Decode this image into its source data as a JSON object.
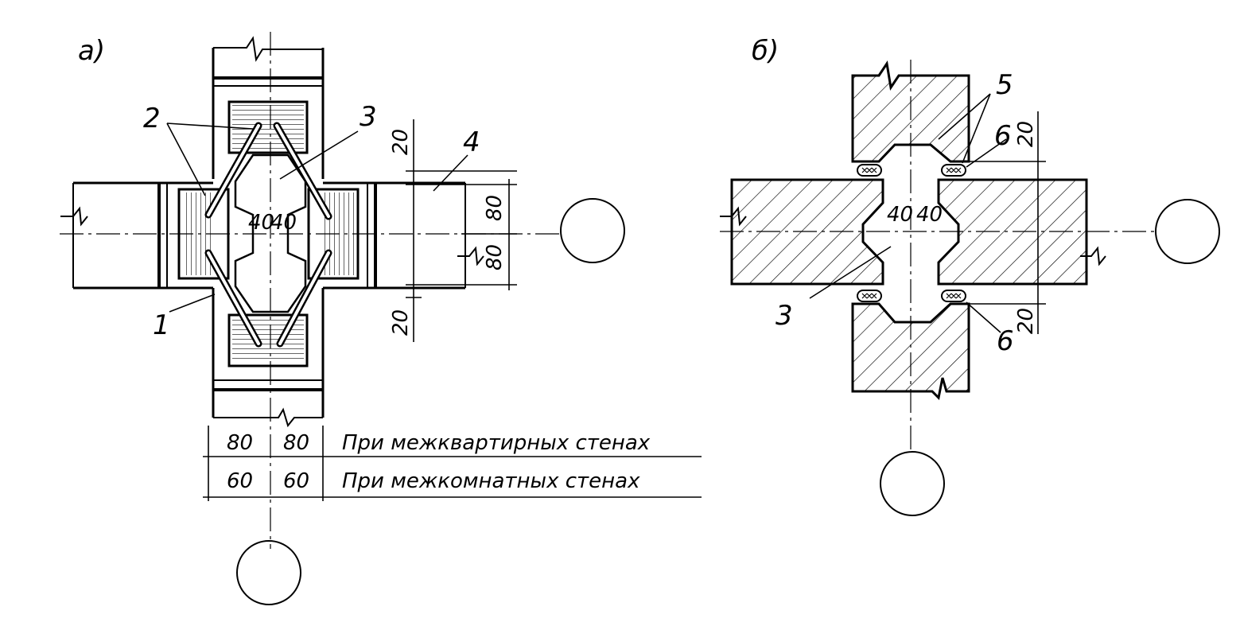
{
  "panels": {
    "a": {
      "label": "а)",
      "callouts": [
        "1",
        "2",
        "3",
        "4"
      ],
      "dims": {
        "h_left": "40",
        "h_right": "40",
        "v_top_gap": "20",
        "v_upper": "80",
        "v_lower": "80",
        "v_bottom_gap": "20",
        "row1_left": "80",
        "row1_right": "80",
        "row2_left": "60",
        "row2_right": "60"
      },
      "notes": {
        "row1": "При межквартирных стенах",
        "row2": "При межкомнатных стенах"
      }
    },
    "b": {
      "label": "б)",
      "callouts": [
        "3",
        "5",
        "6",
        "6"
      ],
      "dims": {
        "h_left": "40",
        "h_right": "40",
        "v_top": "20",
        "v_bottom": "20"
      }
    }
  },
  "colors": {
    "ink": "#000000",
    "paper": "#ffffff"
  }
}
